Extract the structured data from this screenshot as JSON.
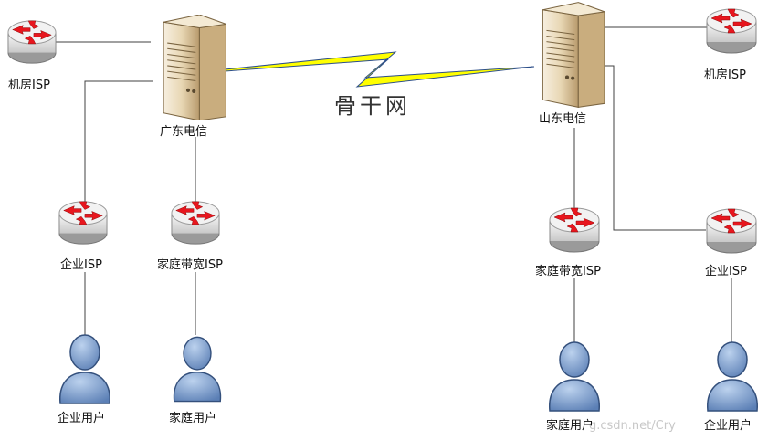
{
  "backbone_label": "骨干网",
  "watermark": "g.csdn.net/Cry",
  "colors": {
    "router_body": "#e6e6e6",
    "arrow": "#e8161e",
    "bolt": "#ffff00",
    "user": "#7f9fcf",
    "server": "#ead9b8"
  },
  "nodes": {
    "gd_telecom": {
      "label": "广东电信",
      "icon": "server-icon"
    },
    "sd_telecom": {
      "label": "山东电信",
      "icon": "server-icon"
    },
    "gd_idc_isp": {
      "label": "机房ISP",
      "icon": "router-icon"
    },
    "gd_ent_isp": {
      "label": "企业ISP",
      "icon": "router-icon"
    },
    "gd_home_isp": {
      "label": "家庭带宽ISP",
      "icon": "router-icon"
    },
    "gd_ent_user": {
      "label": "企业用户",
      "icon": "user-icon"
    },
    "gd_home_user": {
      "label": "家庭用户",
      "icon": "user-icon"
    },
    "sd_idc_isp": {
      "label": "机房ISP",
      "icon": "router-icon"
    },
    "sd_home_isp": {
      "label": "家庭带宽ISP",
      "icon": "router-icon"
    },
    "sd_ent_isp": {
      "label": "企业ISP",
      "icon": "router-icon"
    },
    "sd_home_user": {
      "label": "家庭用户",
      "icon": "user-icon"
    },
    "sd_ent_user": {
      "label": "企业用户",
      "icon": "user-icon"
    }
  }
}
